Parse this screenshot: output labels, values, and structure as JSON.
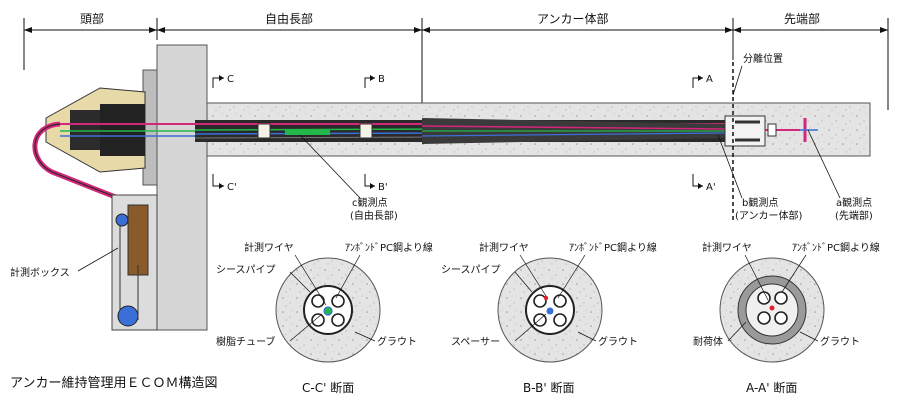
{
  "sections": {
    "head": "頭部",
    "free_length": "自由長部",
    "anchor_body": "アンカー体部",
    "tip": "先端部"
  },
  "cut_marks": {
    "c_top": "C",
    "c_bottom": "C'",
    "b_top": "B",
    "b_bottom": "B'",
    "a_top": "A",
    "a_bottom": "A'"
  },
  "separation_position": "分離位置",
  "observation_points": {
    "c_point": "c観測点",
    "c_sub": "(自由長部)",
    "b_point": "b観測点",
    "b_sub": "(アンカー体部)",
    "a_point": "a観測点",
    "a_sub": "(先端部)"
  },
  "measurement_box": "計測ボックス",
  "sections_cc": {
    "wire": "計測ワイヤ",
    "strand": "ｱﾝﾎﾞﾝﾄﾞPC鋼より線",
    "sheath": "シースパイプ",
    "tube": "樹脂チューブ",
    "grout": "グラウト",
    "caption": "C-C' 断面"
  },
  "sections_bb": {
    "wire": "計測ワイヤ",
    "strand": "ｱﾝﾎﾞﾝﾄﾞPC鋼より線",
    "sheath": "シースパイプ",
    "spacer": "スペーサー",
    "grout": "グラウト",
    "caption": "B-B' 断面"
  },
  "sections_aa": {
    "wire": "計測ワイヤ",
    "strand": "ｱﾝﾎﾞﾝﾄﾞPC鋼より線",
    "bearing": "耐荷体",
    "grout": "グラウト",
    "caption": "A-A' 断面"
  },
  "figure_title": "アンカー維持管理用ＥＣＯＭ構造図",
  "colors": {
    "concrete": "#e6e6e6",
    "plate": "#d3d3d3",
    "cable_pink": "#d4267a",
    "cable_green": "#22b84a",
    "cable_blue": "#3a6fd8",
    "wire_red": "#e0202a",
    "box_brown": "#8a5a2b",
    "dark": "#111111"
  }
}
